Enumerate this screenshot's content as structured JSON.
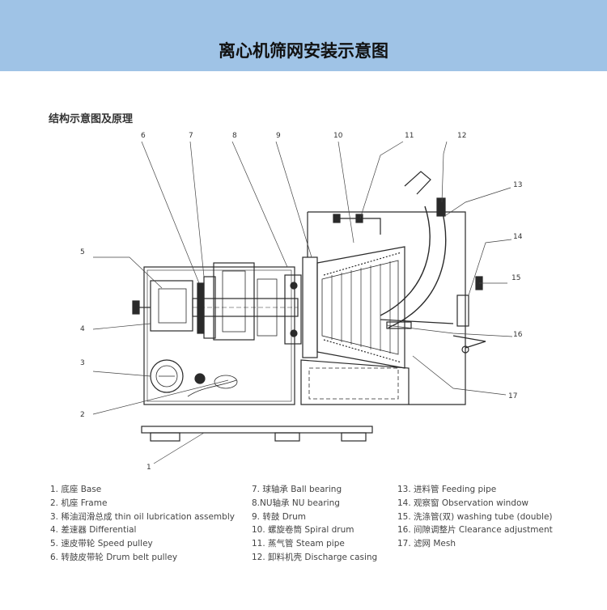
{
  "header": {
    "title": "离心机筛网安装示意图"
  },
  "diagram": {
    "subtitle": "结构示意图及原理",
    "callouts": [
      "1",
      "2",
      "3",
      "4",
      "5",
      "6",
      "7",
      "8",
      "9",
      "10",
      "11",
      "12",
      "13",
      "14",
      "15",
      "16",
      "17"
    ]
  },
  "legend": {
    "col1": [
      "1. 底座 Base",
      "2. 机座 Frame",
      "3. 稀油润滑总成 thin oil lubrication assembly",
      "4. 差速器 Differential",
      "5. 速皮带轮 Speed pulley",
      "6. 转鼓皮带轮 Drum belt pulley"
    ],
    "col2": [
      "7. 球轴承 Ball bearing",
      "8.NU轴承 NU bearing",
      "9. 转鼓 Drum",
      "10. 螺旋卷筒 Spiral drum",
      "11. 蒸气管 Steam pipe",
      "12. 卸料机壳 Discharge casing"
    ],
    "col3": [
      "13. 进料管 Feeding pipe",
      "14. 观察窗 Observation window",
      "15. 洗涤管(双) washing tube (double)",
      "16. 间隙调整片 Clearance adjustment",
      "17. 滤网 Mesh"
    ]
  }
}
